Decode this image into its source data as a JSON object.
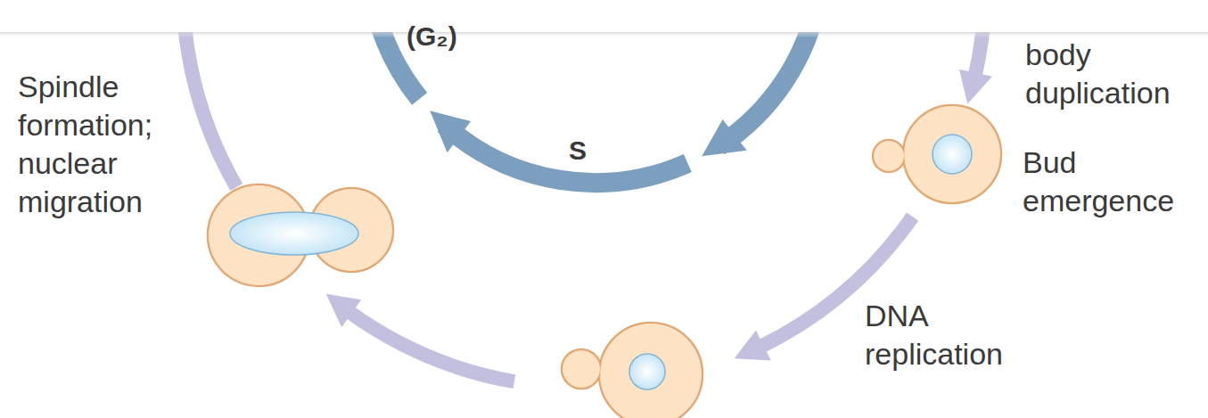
{
  "diagram": {
    "labels": [
      "(G₂)",
      "body duplication",
      "Spindle formation; nuclear migration",
      "S",
      "Bud emergence",
      "DNA replication"
    ]
  }
}
